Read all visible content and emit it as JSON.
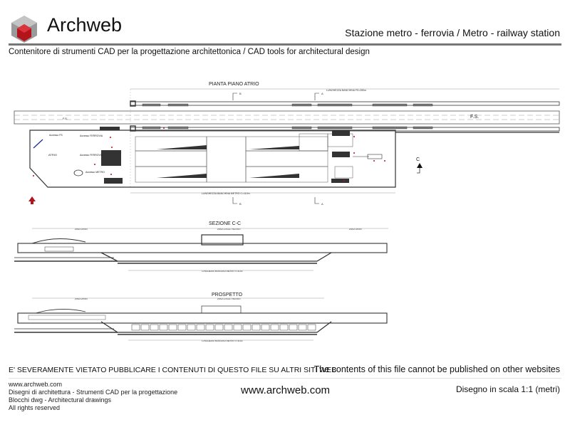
{
  "header": {
    "logo_text": "Archweb",
    "title": "Stazione metro - ferrovia  /  Metro - railway station",
    "subtitle": "Contenitore di strumenti CAD per la progettazione architettonica  /  CAD tools for architectural design"
  },
  "drawing": {
    "plan_title": "PIANTA PIANO ATRIO",
    "fs_label": "F.S.",
    "fs_label_right": "F.S.",
    "atrio": "ATRIO",
    "accesso_fs": "Accesso FS",
    "accesso_ferrovia_1": "Accesso FERROVIA",
    "accesso_ferrovia_2": "Accesso FERROVIA",
    "accesso_metro": "Accesso METRO",
    "dim_fs": "LUNGHEZZA BANCHINA FS=250m",
    "dim_metro": "LUNGHEZZA BANCHINA METRO C=110m",
    "section_marker": "C",
    "cut_a": "A",
    "cut_b": "B",
    "section_title": "SEZIONE C-C",
    "zona_atrio": "ZONA ATRIO",
    "zona_locali": "ZONA LOCALI TECNICI",
    "elevation_title": "PROSPETTO",
    "accent_color": "#b3141b"
  },
  "footer": {
    "warning_it": "E' SEVERAMENTE VIETATO PUBBLICARE I CONTENUTI DI QUESTO FILE SU ALTRI SITI WEB",
    "warning_en": "The contents of this file cannot be published on other websites",
    "lines": [
      "www.archweb.com",
      "Disegni di architettura - Strumenti CAD  per la progettazione",
      "Blocchi dwg - Architectural drawings",
      "All rights reserved"
    ],
    "center_url": "www.archweb.com",
    "scale": "Disegno in scala 1:1 (metri)"
  }
}
